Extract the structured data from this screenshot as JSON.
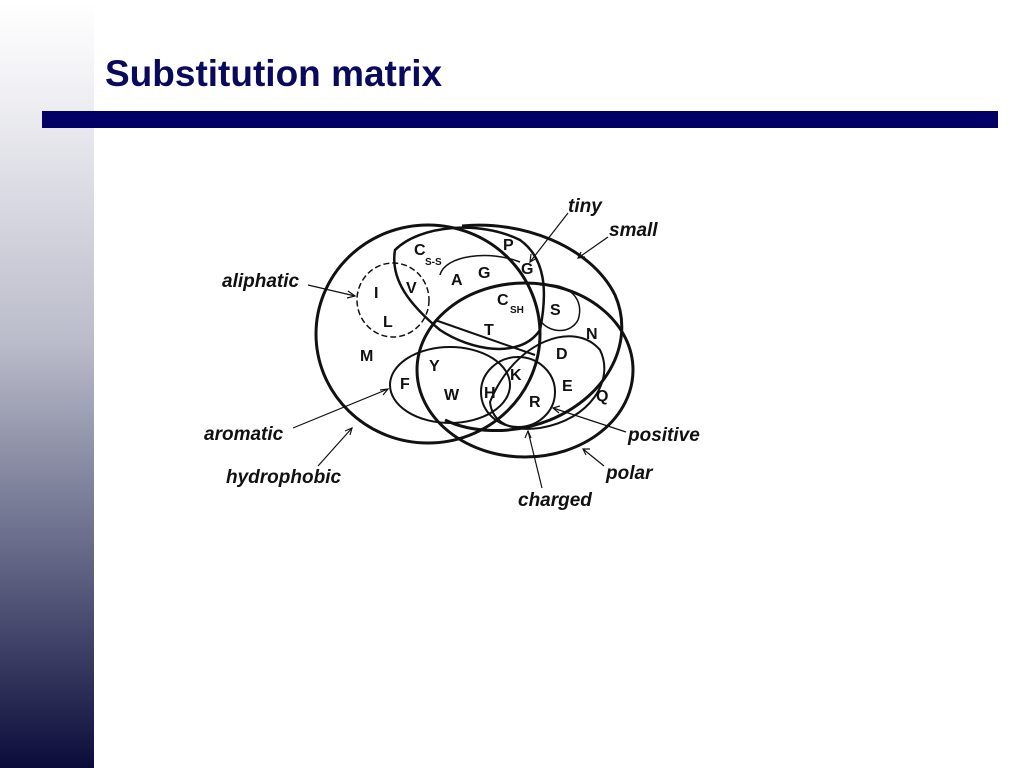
{
  "slide": {
    "title": "Substitution matrix",
    "colors": {
      "title": "#0a0a5c",
      "rule": "#000066",
      "sidebar_bottom": "#0b0c3a"
    }
  },
  "diagram": {
    "set_labels": {
      "tiny": "tiny",
      "small": "small",
      "aliphatic": "aliphatic",
      "aromatic": "aromatic",
      "hydrophobic": "hydrophobic",
      "positive": "positive",
      "polar": "polar",
      "charged": "charged"
    },
    "residues": {
      "c": "C",
      "css_sub": "S-S",
      "p": "P",
      "g1": "G",
      "g2": "G",
      "i": "I",
      "v": "V",
      "a": "A",
      "l": "L",
      "csh": "C",
      "csh_sub": "SH",
      "s": "S",
      "t": "T",
      "n": "N",
      "m": "M",
      "d": "D",
      "y": "Y",
      "k": "K",
      "f": "F",
      "e": "E",
      "w": "W",
      "h": "H",
      "r": "R",
      "q": "Q"
    }
  }
}
